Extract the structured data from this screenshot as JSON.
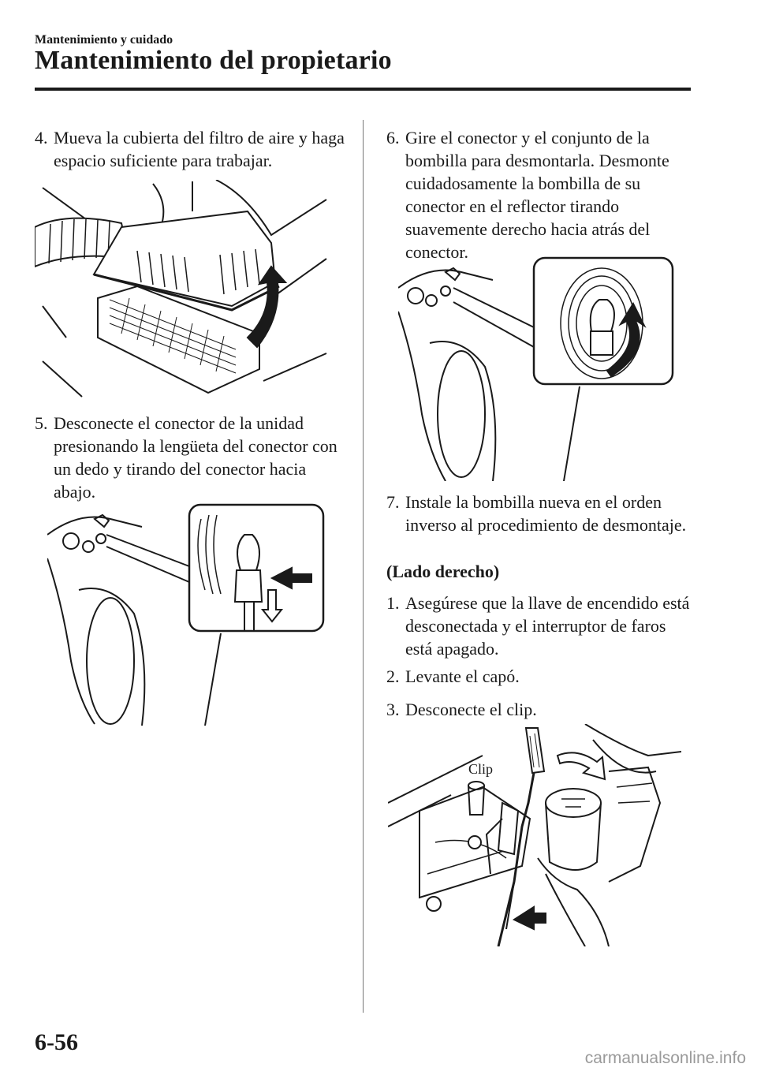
{
  "header": {
    "section": "Mantenimiento y cuidado",
    "title": "Mantenimiento del propietario"
  },
  "steps": {
    "s4": {
      "num": "4.",
      "text": "Mueva la cubierta del filtro de aire y haga espacio suficiente para trabajar."
    },
    "s5": {
      "num": "5.",
      "text": "Desconecte el conector de la unidad presionando la lengüeta del conector con un dedo y tirando del conector hacia abajo."
    },
    "s6": {
      "num": "6.",
      "text": "Gire el conector y el conjunto de la bombilla para desmontarla. Desmonte cuidadosamente la bombilla de su conector en el reflector tirando suavemente derecho hacia atrás del conector."
    },
    "s7": {
      "num": "7.",
      "text": "Instale la bombilla nueva en el orden inverso al procedimiento de desmontaje."
    },
    "r1": {
      "num": "1.",
      "text": "Asegúrese que la llave de encendido está desconectada y el interruptor de faros está apagado."
    },
    "r2": {
      "num": "2.",
      "text": "Levante el capó."
    },
    "r3": {
      "num": "3.",
      "text": "Desconecte el clip."
    }
  },
  "subheading": "(Lado derecho)",
  "figures": {
    "clip_label": "Clip"
  },
  "footer": {
    "page_number": "6-56",
    "watermark": "carmanualsonline.info"
  }
}
